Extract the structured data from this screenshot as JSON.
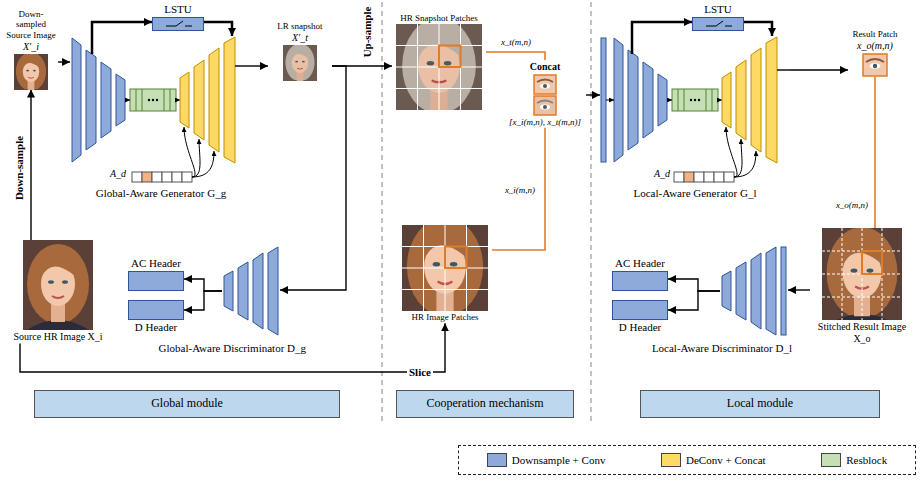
{
  "diagram": {
    "nodes": [
      {
        "text": [
          "Down-sampled Source Image",
          "X′_i"
        ]
      },
      {
        "text": [
          "LSTU"
        ]
      },
      {
        "text": [
          "Global-Aware Generator G_g"
        ]
      },
      {
        "text": [
          "LR snapshot",
          "X′_t"
        ]
      },
      {
        "text": [
          "AC Header"
        ]
      },
      {
        "text": [
          "D Header"
        ]
      },
      {
        "text": [
          "Global-Aware Discriminator D_g"
        ]
      },
      {
        "text": [
          "Source HR Image X_i"
        ]
      },
      {
        "text": [
          "HR Snapshot Patches"
        ]
      },
      {
        "text": [
          "Concat",
          "[x_i(m,n), x_t(m,n)]"
        ]
      },
      {
        "text": [
          "HR Image Patches"
        ]
      },
      {
        "text": [
          "LSTU"
        ]
      },
      {
        "text": [
          "Local-Aware Generator G_l"
        ]
      },
      {
        "text": [
          "Result Patch",
          "x_o(m,n)"
        ]
      },
      {
        "text": [
          "AC Header"
        ]
      },
      {
        "text": [
          "D Header"
        ]
      },
      {
        "text": [
          "Local-Aware Discriminator D_l"
        ]
      },
      {
        "text": [
          "Stitched Result Image X_o"
        ]
      },
      {
        "text": [
          "Global module"
        ]
      },
      {
        "text": [
          "Cooperation mechanism"
        ]
      },
      {
        "text": [
          "Local module"
        ]
      }
    ],
    "edges": [
      {
        "from": 7,
        "to": 0,
        "arrow": "to",
        "label": "Down-sample"
      },
      {
        "from": 0,
        "to": 2,
        "arrow": "to"
      },
      {
        "from": 2,
        "to": 1,
        "arrow": "to"
      },
      {
        "from": 1,
        "to": 2,
        "arrow": "to"
      },
      {
        "from": 2,
        "to": 3,
        "arrow": "to"
      },
      {
        "from": 3,
        "to": 8,
        "arrow": "to",
        "label": "Up-sample"
      },
      {
        "from": 3,
        "to": 6,
        "arrow": "to"
      },
      {
        "from": 6,
        "to": 4,
        "arrow": "to"
      },
      {
        "from": 6,
        "to": 5,
        "arrow": "to"
      },
      {
        "from": 7,
        "to": 10,
        "arrow": "to",
        "label": "Slice"
      },
      {
        "from": 8,
        "to": 9,
        "arrow": "none",
        "label": "x_t(m,n)"
      },
      {
        "from": 10,
        "to": 9,
        "arrow": "none",
        "label": "x_i(m,n)"
      },
      {
        "from": 9,
        "to": 12,
        "arrow": "to"
      },
      {
        "from": 12,
        "to": 11,
        "arrow": "to"
      },
      {
        "from": 11,
        "to": 12,
        "arrow": "to"
      },
      {
        "from": 12,
        "to": 13,
        "arrow": "to"
      },
      {
        "from": 13,
        "to": 17,
        "arrow": "none",
        "label": "x_o(m,n)"
      },
      {
        "from": 17,
        "to": 16,
        "arrow": "to"
      },
      {
        "from": 16,
        "to": 14,
        "arrow": "to"
      },
      {
        "from": 16,
        "to": 15,
        "arrow": "to"
      }
    ],
    "labels": [
      "A_d",
      "A_d"
    ],
    "legend": [
      {
        "text": "Downsample + Conv",
        "color": "#8eaadb"
      },
      {
        "text": "DeConv + Concat",
        "color": "#ffd966"
      },
      {
        "text": "Resblock",
        "color": "#c5e0b4"
      }
    ]
  }
}
